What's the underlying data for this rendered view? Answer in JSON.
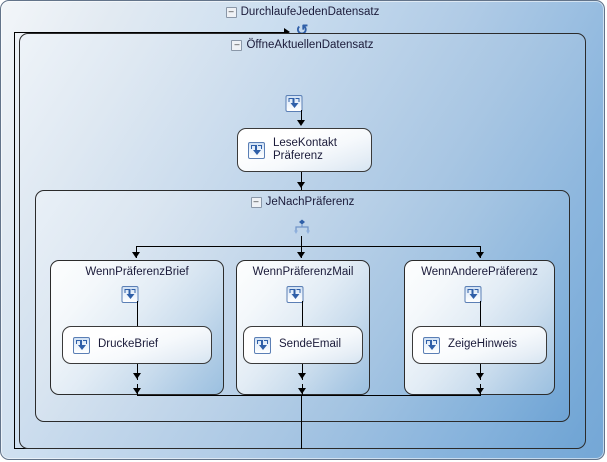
{
  "diagram": {
    "title": "DurchlaufeJedenDatensatz",
    "type": "workflow-designer",
    "accent_color": "#2f5fa8",
    "border_color": "#2b2b2b",
    "expander_glyph": "–",
    "loop_glyph": "↺"
  },
  "containers": {
    "loop": {
      "label": "DurchlaufeJedenDatensatz",
      "icon": "loop-icon",
      "expander": "–"
    },
    "open_record": {
      "label": "ÖffneAktuellenDatensatz",
      "icon": "activity-icon",
      "expander": "–"
    },
    "switch": {
      "label": "JeNachPräferenz",
      "icon": "switch-icon",
      "expander": "–"
    }
  },
  "branches": [
    {
      "label": "WennPräferenzBrief",
      "icon": "activity-icon",
      "action": {
        "label": "DruckeBrief",
        "icon": "activity-icon"
      }
    },
    {
      "label": "WennPräferenzMail",
      "icon": "activity-icon",
      "action": {
        "label": "SendeEmail",
        "icon": "activity-icon"
      }
    },
    {
      "label": "WennAnderePräferenz",
      "icon": "activity-icon",
      "action": {
        "label": "ZeigeHinweis",
        "icon": "activity-icon"
      }
    }
  ],
  "activities": {
    "read_contact": {
      "label": "LeseKontakt\nPräferenz",
      "icon": "activity-icon"
    }
  }
}
